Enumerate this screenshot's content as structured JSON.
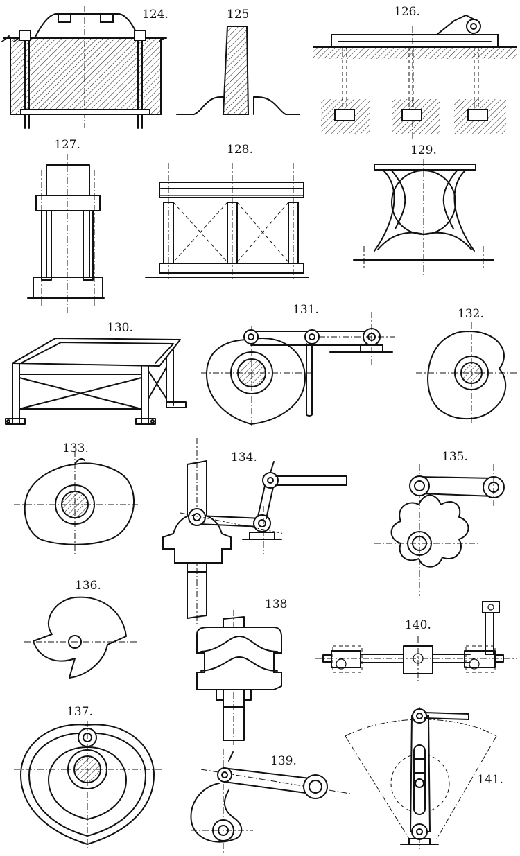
{
  "figures": [
    {
      "id": "fig-124",
      "label": "124."
    },
    {
      "id": "fig-125",
      "label": "125"
    },
    {
      "id": "fig-126",
      "label": "126."
    },
    {
      "id": "fig-127",
      "label": "127."
    },
    {
      "id": "fig-128",
      "label": "128."
    },
    {
      "id": "fig-129",
      "label": "129."
    },
    {
      "id": "fig-130",
      "label": "130."
    },
    {
      "id": "fig-131",
      "label": "131."
    },
    {
      "id": "fig-132",
      "label": "132."
    },
    {
      "id": "fig-133",
      "label": "133."
    },
    {
      "id": "fig-134",
      "label": "134."
    },
    {
      "id": "fig-135",
      "label": "135."
    },
    {
      "id": "fig-136",
      "label": "136."
    },
    {
      "id": "fig-137",
      "label": "137."
    },
    {
      "id": "fig-138",
      "label": "138"
    },
    {
      "id": "fig-139",
      "label": "139."
    },
    {
      "id": "fig-140",
      "label": "140."
    },
    {
      "id": "fig-141",
      "label": "141."
    }
  ],
  "colors": {
    "ink": "#111111",
    "paper": "#ffffff"
  }
}
